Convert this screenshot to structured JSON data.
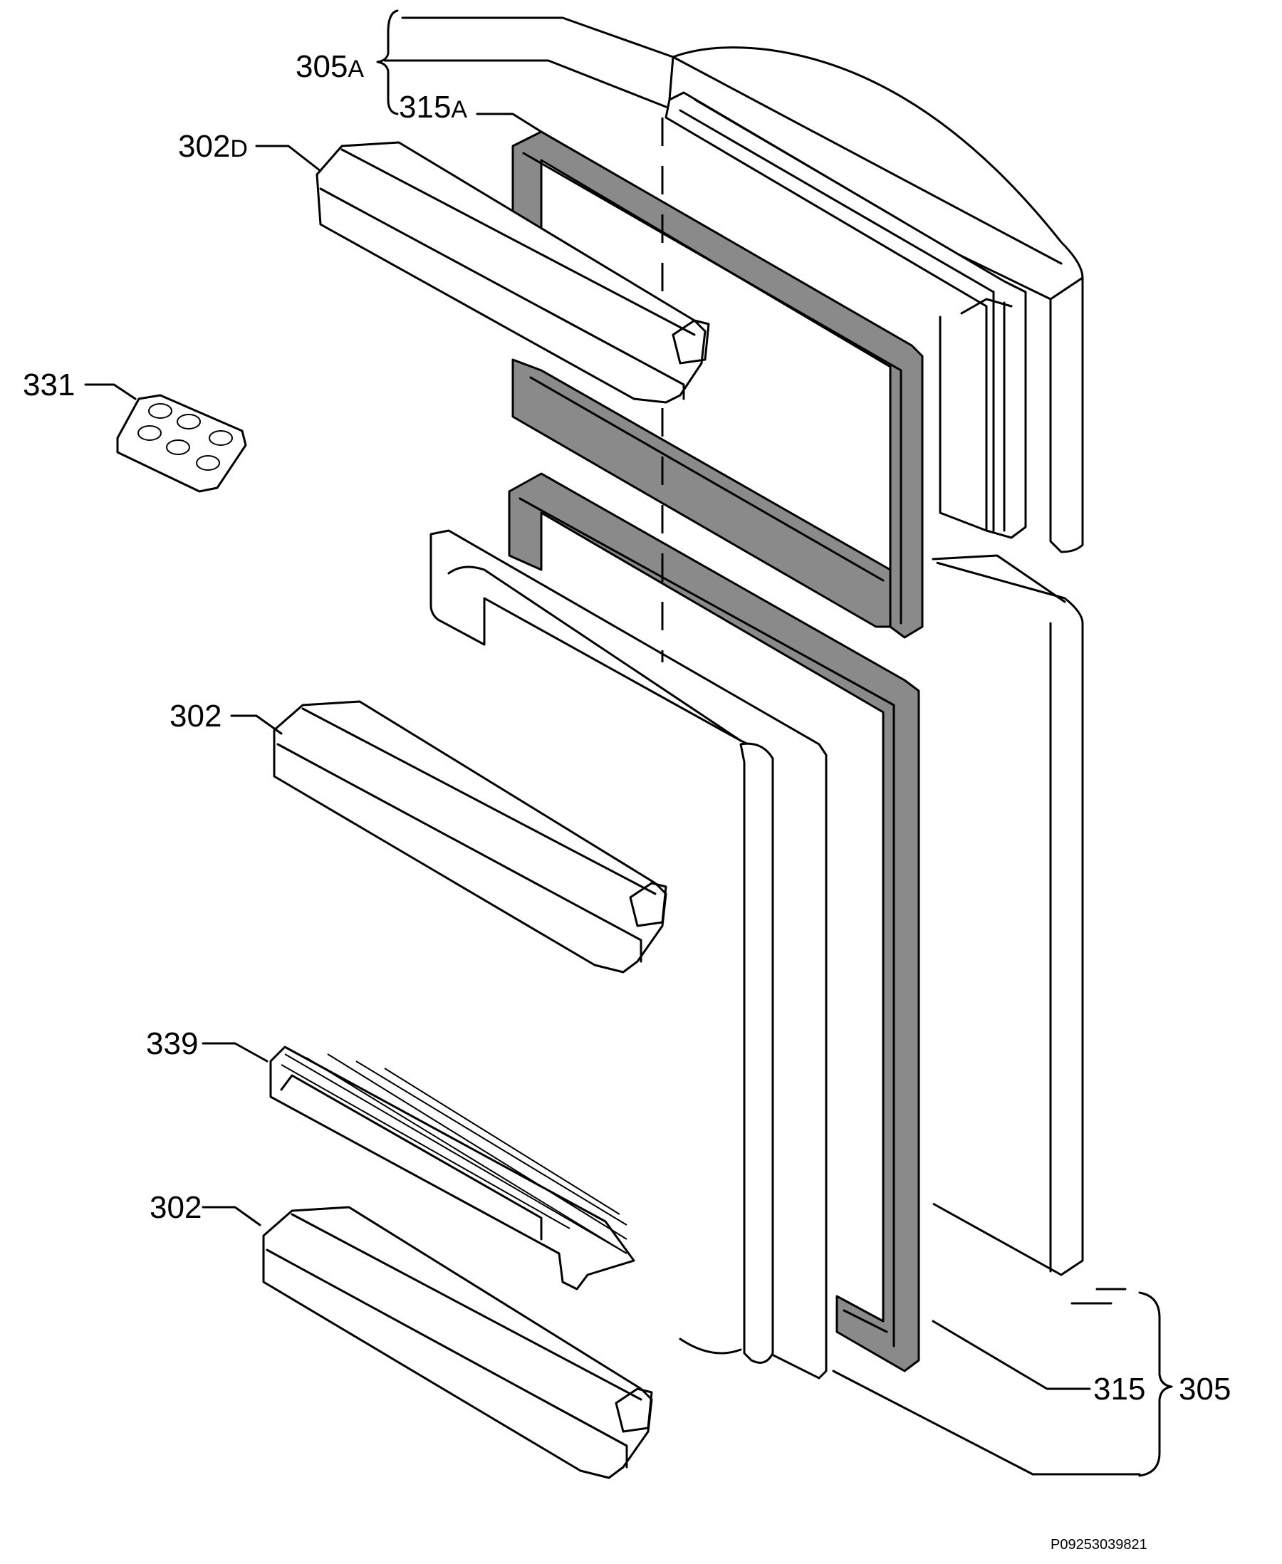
{
  "labels": {
    "l305a": {
      "num": "305",
      "suffix": "A"
    },
    "l315a": {
      "num": "315",
      "suffix": "A"
    },
    "l302d": {
      "num": "302",
      "suffix": "D"
    },
    "l331": "331",
    "l302_middle": "302",
    "l339": "339",
    "l302_bottom": "302",
    "l315": "315",
    "l305": "305"
  },
  "reference_code": "P09253039821"
}
